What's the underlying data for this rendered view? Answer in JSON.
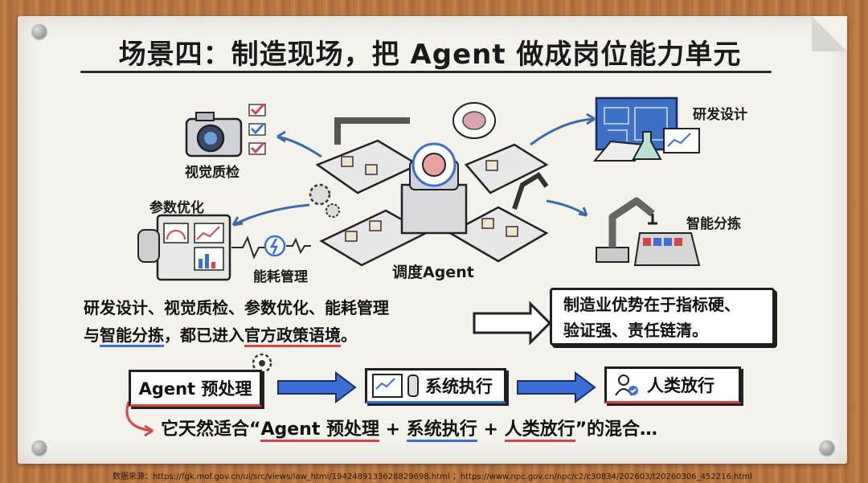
{
  "title": "场景四：制造现场，把 Agent 做成岗位能力单元",
  "nodes": {
    "visual_inspection": "视觉质检",
    "parameter_optimization": "参数优化",
    "energy_management": "能耗管理",
    "rd_design": "研发设计",
    "smart_sorting": "智能分拣",
    "dispatch_agent": "调度Agent"
  },
  "left_text": {
    "line1": "研发设计、视觉质检、参数优化、能耗管理",
    "line2_prefix": "与",
    "line2_highlight1": "智能分拣",
    "line2_mid": "，都已进入",
    "line2_highlight2": "官方政策语境",
    "line2_suffix": "。"
  },
  "right_box": {
    "line1": "制造业优势在于指标硬、",
    "line2": "验证强、责任链清。"
  },
  "flow": {
    "step1": "Agent 预处理",
    "step2": "系统执行",
    "step3": "人类放行"
  },
  "summary": {
    "prefix": "它天然适合“",
    "part1": "Agent 预处理",
    "plus1": " + ",
    "part2": "系统执行",
    "plus2": " + ",
    "part3": "人类放行",
    "suffix": "”的混合…"
  },
  "source": "数据来源：https://fgk.mof.gov.cn/ui/src/views/law_html/1942489133628829698.html ；https://www.npc.gov.cn/npc/c2/c30834/202603/t20260306_452216.html",
  "colors": {
    "blue": "#3b6fd6",
    "red": "#d54545",
    "ink": "#1f1f1f",
    "board": "#f4f2ec",
    "wood": "#b8763f"
  }
}
